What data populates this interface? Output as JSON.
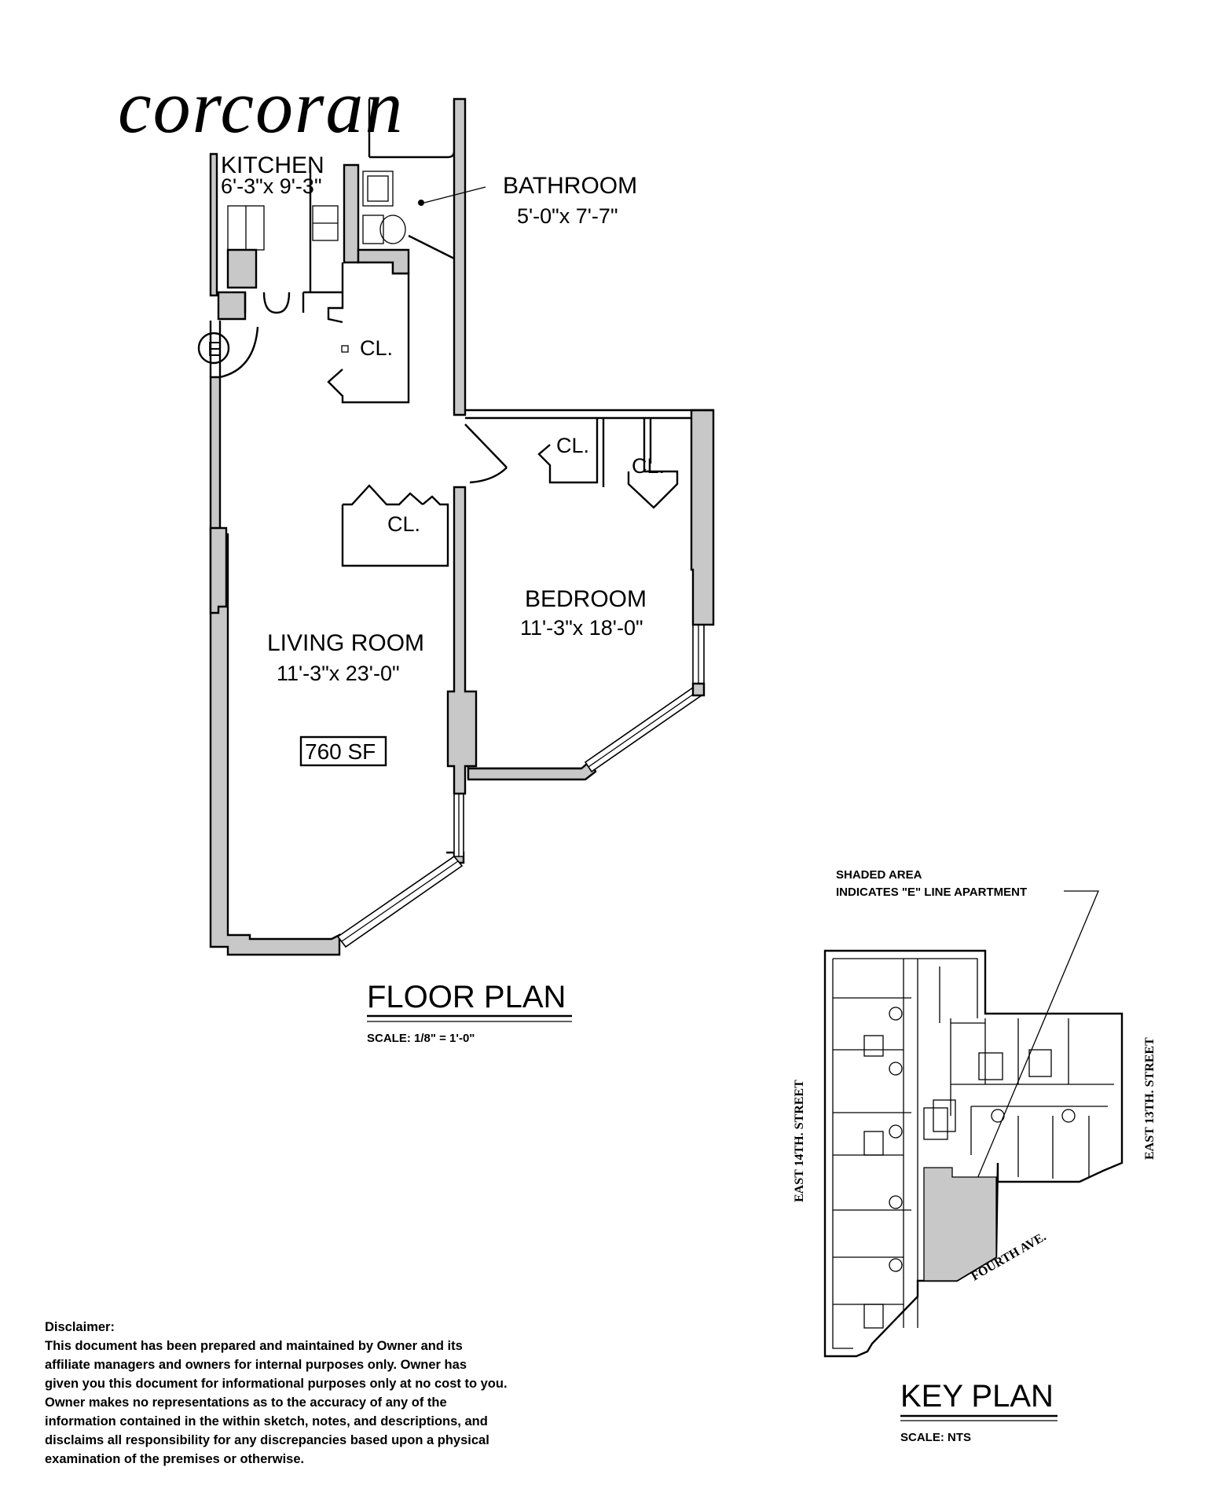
{
  "brand": {
    "logo_text": "corcoran"
  },
  "rooms": {
    "kitchen": {
      "name": "KITCHEN",
      "dims": "6'-3\"x 9'-3\""
    },
    "bathroom": {
      "name": "BATHROOM",
      "dims": "5'-0\"x 7'-7\""
    },
    "bedroom": {
      "name": "BEDROOM",
      "dims": "11'-3\"x 18'-0\""
    },
    "living_room": {
      "name": "LIVING ROOM",
      "dims": "11'-3\"x 23'-0\""
    },
    "closet_label": "CL.",
    "entry_marker": "E"
  },
  "area": {
    "label": "760 SF"
  },
  "floor_plan": {
    "title": "FLOOR PLAN",
    "scale": "SCALE: 1/8\" = 1'-0\""
  },
  "key_plan": {
    "title": "KEY PLAN",
    "scale": "SCALE: NTS",
    "note_line1": "SHADED AREA",
    "note_line2": "INDICATES \"E\" LINE APARTMENT",
    "street_west": "EAST 14TH. STREET",
    "street_east": "EAST 13TH. STREET",
    "avenue": "FOURTH AVE."
  },
  "disclaimer": {
    "heading": "Disclaimer:",
    "lines": [
      "This document has been prepared and maintained by Owner and its",
      "affiliate managers and owners for internal purposes only.  Owner has",
      "given you this document for informational purposes only at no cost to you.",
      "Owner makes no representations as to the accuracy of any of the",
      "information contained in the within sketch, notes, and descriptions, and",
      "disclaims all responsibility for any discrepancies based upon a physical",
      "examination of the premises or otherwise."
    ]
  },
  "colors": {
    "wall_fill": "#c8c8c8",
    "line": "#000000",
    "background": "#ffffff"
  }
}
